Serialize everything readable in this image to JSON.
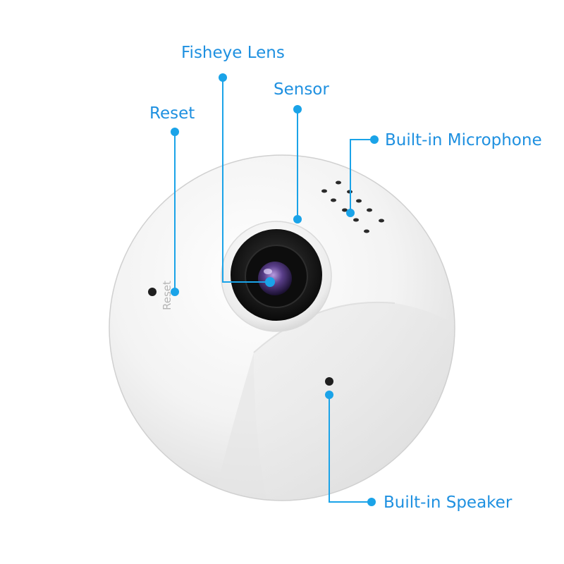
{
  "device": {
    "reset_print": "Reset"
  },
  "callouts": [
    {
      "id": "fisheye-lens",
      "label": "Fisheye Lens"
    },
    {
      "id": "sensor",
      "label": "Sensor"
    },
    {
      "id": "reset",
      "label": "Reset"
    },
    {
      "id": "microphone",
      "label": "Built-in Microphone"
    },
    {
      "id": "speaker",
      "label": "Built-in Speaker"
    }
  ],
  "colors": {
    "callout": "#1aa3e8",
    "label_text": "#1e90e0",
    "body_white": "#f4f4f4",
    "body_shadow": "#d9d9d9",
    "lens_ring": "#1c1c1c",
    "lens_glass": "#5a3f8a"
  }
}
